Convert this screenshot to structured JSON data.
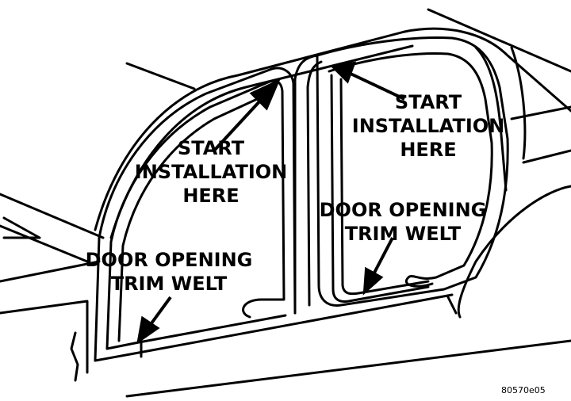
{
  "labels": {
    "front_start": [
      "START",
      "INSTALLATION",
      "HERE"
    ],
    "front_welt": [
      "DOOR OPENING",
      "TRIM WELT"
    ],
    "rear_start": [
      "START",
      "INSTALLATION",
      "HERE"
    ],
    "rear_welt": [
      "DOOR OPENING",
      "TRIM WELT"
    ],
    "figure_id": "80570e05"
  },
  "colors": {
    "line": "#000000",
    "background": "#ffffff"
  }
}
